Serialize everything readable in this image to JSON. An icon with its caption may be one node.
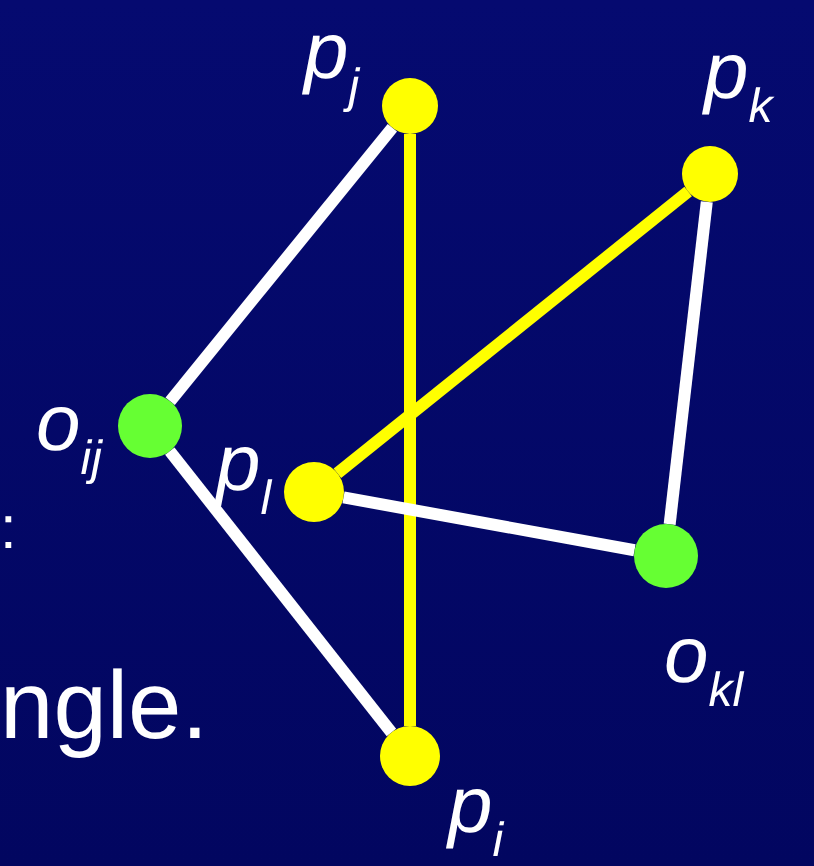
{
  "diagram": {
    "nodes": [
      {
        "text": [],
        "shape": "circle",
        "beside": [
          "p$_{j}$"
        ]
      },
      {
        "text": [],
        "shape": "circle",
        "beside": [
          "p$_{k}$"
        ]
      },
      {
        "text": [],
        "shape": "circle",
        "beside": [
          "o$_{ij}$"
        ]
      },
      {
        "text": [],
        "shape": "circle",
        "beside": [
          "p$_{l}$"
        ]
      },
      {
        "text": [],
        "shape": "circle",
        "beside": [
          "o$_{kl}$"
        ]
      },
      {
        "text": [],
        "shape": "circle",
        "beside": [
          "p$_{i}$"
        ]
      }
    ],
    "edges": [
      {
        "from": 2,
        "to": 0,
        "arrow": "none"
      },
      {
        "from": 2,
        "to": 5,
        "arrow": "none"
      },
      {
        "from": 0,
        "to": 5,
        "arrow": "none",
        "color": "#ffff00"
      },
      {
        "from": 1,
        "to": 3,
        "arrow": "none",
        "color": "#ffff00"
      },
      {
        "from": 3,
        "to": 4,
        "arrow": "none"
      },
      {
        "from": 4,
        "to": 1,
        "arrow": "none"
      }
    ],
    "labels": [
      ":",
      "ngle."
    ]
  }
}
